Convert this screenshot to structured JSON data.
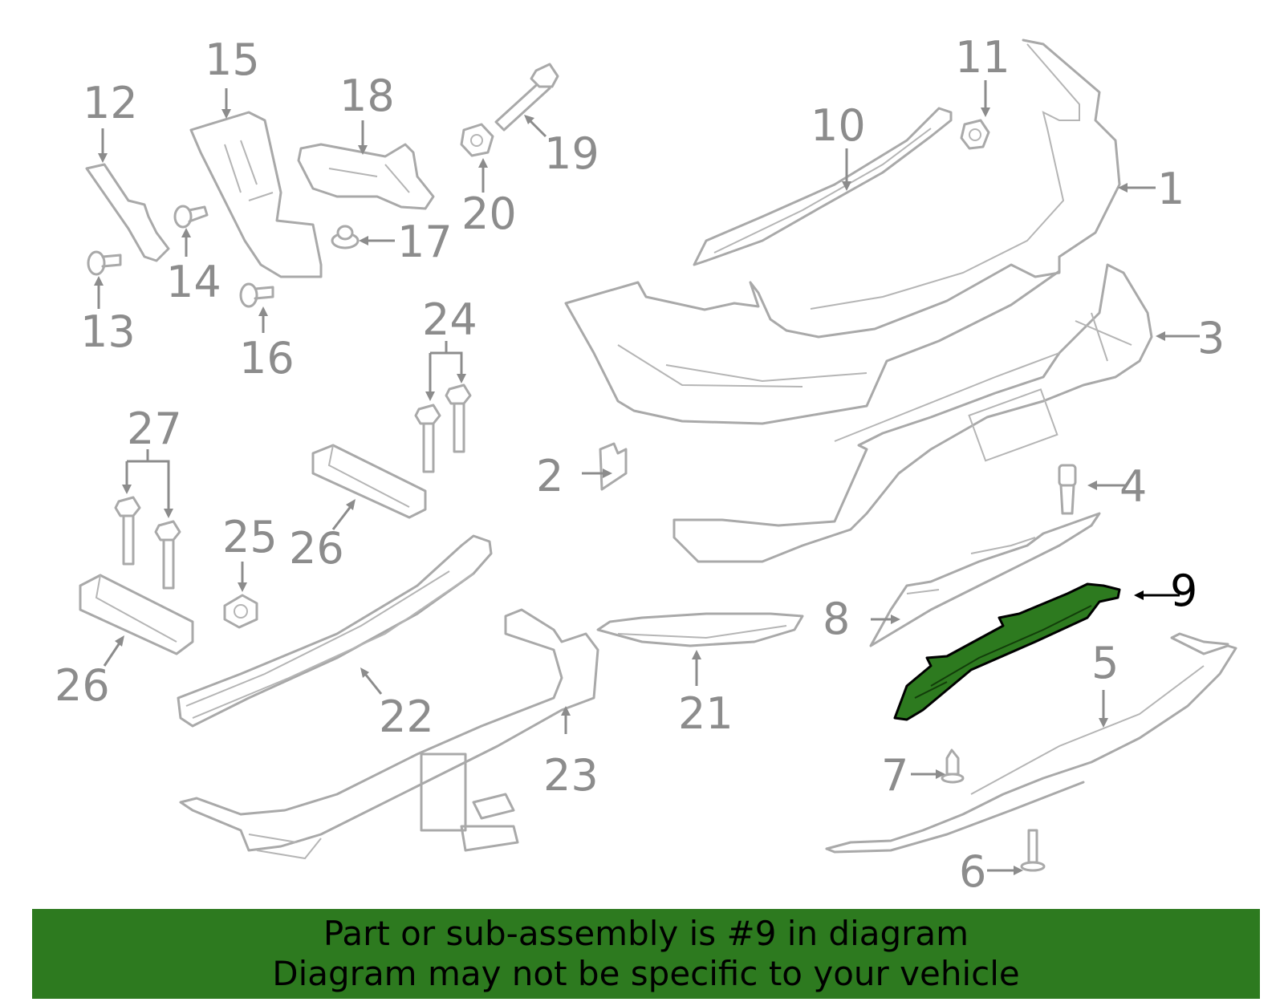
{
  "banner": {
    "line1": "Part or sub-assembly is #9 in diagram",
    "line2": "Diagram may not be specific to your vehicle"
  },
  "callouts": {
    "c1": "1",
    "c2": "2",
    "c3": "3",
    "c4": "4",
    "c5": "5",
    "c6": "6",
    "c7": "7",
    "c8": "8",
    "c9": "9",
    "c10": "10",
    "c11": "11",
    "c12": "12",
    "c13": "13",
    "c14": "14",
    "c15": "15",
    "c16": "16",
    "c17": "17",
    "c18": "18",
    "c19": "19",
    "c20": "20",
    "c21": "21",
    "c22": "22",
    "c23": "23",
    "c24": "24",
    "c25": "25",
    "c26a": "26",
    "c26b": "26",
    "c27": "27"
  },
  "colors": {
    "highlight": "#2d7a1f",
    "line": "#a9a9a9",
    "callout_text": "#8c8c8c"
  }
}
